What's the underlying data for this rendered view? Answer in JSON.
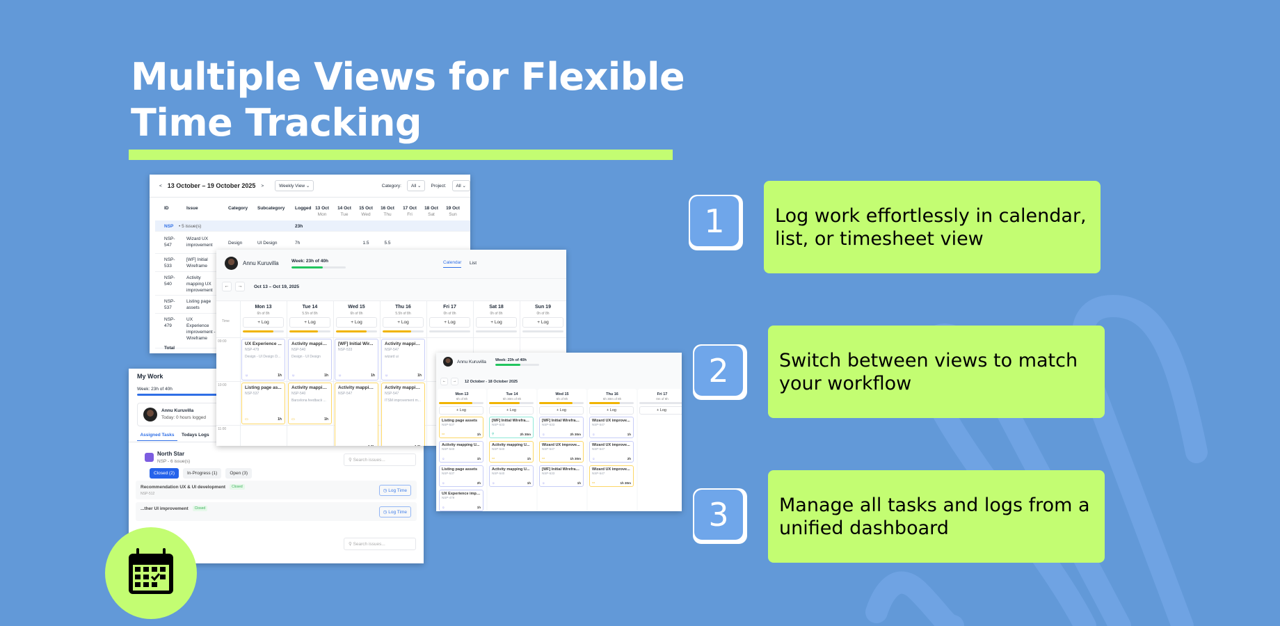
{
  "colors": {
    "background": "#6299d8",
    "accent": "#c3fd72",
    "decor": "#6fa3e3"
  },
  "title_lines": [
    "Multiple Views for Flexible",
    "Time Tracking"
  ],
  "features": [
    {
      "number": "1",
      "text": "Log work effortlessly in calendar, list, or timesheet view"
    },
    {
      "number": "2",
      "text": "Switch between views to match your workflow"
    },
    {
      "number": "3",
      "text": "Manage all tasks and logs from a unified dashboard"
    }
  ],
  "calendar_icon": "calendar-check-icon",
  "timesheet": {
    "prev": "<",
    "range": "13 October – 19 October 2025",
    "next": ">",
    "view": "Weekly View ⌄",
    "category_label": "Category:",
    "category_value": "All ⌄",
    "project_label": "Project:",
    "project_value": "All ⌄",
    "columns": [
      {
        "t": "ID"
      },
      {
        "t": "Issue"
      },
      {
        "t": "Category"
      },
      {
        "t": "Subcategory"
      },
      {
        "t": "Logged"
      },
      {
        "t": "13 Oct",
        "s": "Mon"
      },
      {
        "t": "14 Oct",
        "s": "Tue"
      },
      {
        "t": "15 Oct",
        "s": "Wed"
      },
      {
        "t": "16 Oct",
        "s": "Thu"
      },
      {
        "t": "17 Oct",
        "s": "Fri"
      },
      {
        "t": "18 Oct",
        "s": "Sat"
      },
      {
        "t": "19 Oct",
        "s": "Sun"
      }
    ],
    "group": {
      "key": "NSP",
      "count": "• 5 issue(s)",
      "logged": "23h"
    },
    "rows": [
      {
        "id": "NSP-547",
        "issue": "Wizard UX improvement",
        "category": "Design",
        "subcategory": "UI Design",
        "logged": "7h",
        "days": [
          "",
          "",
          "1.5",
          "5.5",
          "",
          "",
          ""
        ]
      },
      {
        "id": "NSP-533",
        "issue": "[WF] Initial Wireframe",
        "category": "",
        "subcategory": "",
        "logged": "",
        "days": [
          "",
          "",
          "",
          "",
          "",
          "",
          ""
        ]
      },
      {
        "id": "NSP-540",
        "issue": "Activity mapping UX improvement",
        "category": "",
        "subcategory": "",
        "logged": "",
        "days": [
          "",
          "",
          "",
          "",
          "",
          "",
          ""
        ]
      },
      {
        "id": "NSP-537",
        "issue": "Listing page assets",
        "category": "",
        "subcategory": "",
        "logged": "",
        "days": [
          "",
          "",
          "",
          "",
          "",
          "",
          ""
        ]
      },
      {
        "id": "NSP-479",
        "issue": "UX Experience improvement - Wireframe",
        "category": "",
        "subcategory": "",
        "logged": "",
        "days": [
          "",
          "",
          "",
          "",
          "",
          "",
          ""
        ]
      }
    ],
    "total": "Total"
  },
  "calendar": {
    "user": "Annu Kuruvilla",
    "week": "Week: 23h of 40h",
    "week_progress": 0.575,
    "tabs": [
      "Calendar",
      "List"
    ],
    "active_tab": "Calendar",
    "range": "Oct 13 – Oct 19, 2025",
    "time_label": "Time",
    "log": "+ Log",
    "times": [
      "09:00",
      "10:00",
      "11:00"
    ],
    "days": [
      {
        "name": "Mon 13",
        "hours": "6h of 8h",
        "progress": 0.75
      },
      {
        "name": "Tue 14",
        "hours": "5.5h of 8h",
        "progress": 0.69
      },
      {
        "name": "Wed 15",
        "hours": "6h of 8h",
        "progress": 0.75
      },
      {
        "name": "Thu 16",
        "hours": "5.5h of 8h",
        "progress": 0.69
      },
      {
        "name": "Fri 17",
        "hours": "0h of 8h",
        "progress": 0
      },
      {
        "name": "Sat 18",
        "hours": "0h of 8h",
        "progress": 0
      },
      {
        "name": "Sun 19",
        "hours": "0h of 8h",
        "progress": 0
      }
    ],
    "entries": [
      {
        "day": 0,
        "slot": 0,
        "title": "UX Experience ...",
        "id": "NSP-479",
        "sub": "Design - UI Design D...",
        "dur": "1h",
        "kind": "meeting"
      },
      {
        "day": 1,
        "slot": 0,
        "title": "Activity mappin...",
        "id": "NSP-540",
        "sub": "Design - UI Design",
        "dur": "1h",
        "kind": "meeting"
      },
      {
        "day": 2,
        "slot": 0,
        "title": "[WF] Initial Wir...",
        "id": "NSP-533",
        "sub": "",
        "dur": "1h",
        "kind": "meeting"
      },
      {
        "day": 3,
        "slot": 0,
        "title": "Activity mappin...",
        "id": "NSP-547",
        "sub": "wizard ui",
        "dur": "1h",
        "kind": "meeting"
      },
      {
        "day": 0,
        "slot": 1,
        "title": "Listing page as...",
        "id": "NSP-537",
        "sub": "",
        "dur": "1h",
        "kind": "video"
      },
      {
        "day": 1,
        "slot": 1,
        "title": "Activity mappin...",
        "id": "NSP-540",
        "sub": "Barcelona feedback ...",
        "dur": "1h",
        "kind": "video"
      },
      {
        "day": 2,
        "slot": 1,
        "title": "Activity mappin...",
        "id": "NSP-547",
        "sub": "",
        "dur": "1.5h",
        "kind": "video",
        "long": true
      },
      {
        "day": 3,
        "slot": 1,
        "title": "Activity mappin...",
        "id": "NSP-547",
        "sub": "ITSM improvement m...",
        "dur": "1.5h",
        "kind": "video",
        "long": true
      }
    ]
  },
  "mywork": {
    "title": "My Work",
    "week": "Week: 23h of 40h",
    "week_progress": 0.575,
    "user": "Annu Kuruvilla",
    "today": "Today: 0 hours logged",
    "tabs": [
      "Assigned Tasks",
      "Todays Logs"
    ],
    "project": "North Star",
    "project_sub": "NSP - 6 issue(s)",
    "search_placeholder": "Search issues...",
    "filters": [
      "Closed (2)",
      "In-Progress (1)",
      "Open (3)"
    ],
    "issues": [
      {
        "title": "Recommendation UX & UI development",
        "status": "Closed",
        "id": "NSP-512",
        "action": "Log Time"
      },
      {
        "title": "...ther UI improvement",
        "status": "Closed",
        "id": "",
        "action": "Log Time"
      }
    ]
  },
  "listview": {
    "user": "Annu Kuruvilla",
    "week": "Week: 23h of 40h",
    "week_progress": 0.575,
    "range": "12 October - 18 October 2025",
    "log": "+ Log",
    "days": [
      {
        "name": "Mon 13",
        "hours": "6h of 8h",
        "progress": 0.75,
        "cards": [
          {
            "title": "Listing page assets",
            "id": "NSP-537",
            "dur": "1h",
            "kind": "video"
          },
          {
            "title": "Activity mapping U...",
            "id": "NSP-540",
            "dur": "1h",
            "kind": "meeting"
          },
          {
            "title": "Listing page assets",
            "id": "NSP-537",
            "dur": "2h",
            "kind": "meeting"
          },
          {
            "title": "UX Experience impr...",
            "id": "NSP-479",
            "dur": "1h",
            "kind": "meeting"
          }
        ]
      },
      {
        "name": "Tue 14",
        "hours": "5h 30m of 8h",
        "progress": 0.69,
        "cards": [
          {
            "title": "[WF] Initial Wireframe",
            "id": "NSP-533",
            "dur": "2h 30m",
            "kind": "pin"
          },
          {
            "title": "Activity mapping U...",
            "id": "NSP-540",
            "dur": "1h",
            "kind": "video"
          },
          {
            "title": "Activity mapping U...",
            "id": "NSP-540",
            "dur": "1h",
            "kind": "meeting"
          }
        ]
      },
      {
        "name": "Wed 15",
        "hours": "6h of 8h",
        "progress": 0.75,
        "cards": [
          {
            "title": "[WF] Initial Wireframe",
            "id": "NSP-533",
            "dur": "2h 30m",
            "kind": "meeting"
          },
          {
            "title": "Wizard UX improve...",
            "id": "NSP-547",
            "dur": "1h 30m",
            "kind": "video"
          },
          {
            "title": "[WF] Initial Wireframe",
            "id": "NSP-533",
            "dur": "1h",
            "kind": "meeting"
          }
        ]
      },
      {
        "name": "Thu 16",
        "hours": "5h 30m of 8h",
        "progress": 0.69,
        "cards": [
          {
            "title": "Wizard UX improve...",
            "id": "NSP-547",
            "dur": "1h",
            "kind": "meeting"
          },
          {
            "title": "Wizard UX improve...",
            "id": "NSP-547",
            "dur": "2h",
            "kind": "meeting"
          },
          {
            "title": "Wizard UX improve...",
            "id": "NSP-547",
            "dur": "1h 30m",
            "kind": "video"
          }
        ]
      },
      {
        "name": "Fri 17",
        "hours": "0m of 8h",
        "progress": 0,
        "cards": []
      }
    ]
  }
}
